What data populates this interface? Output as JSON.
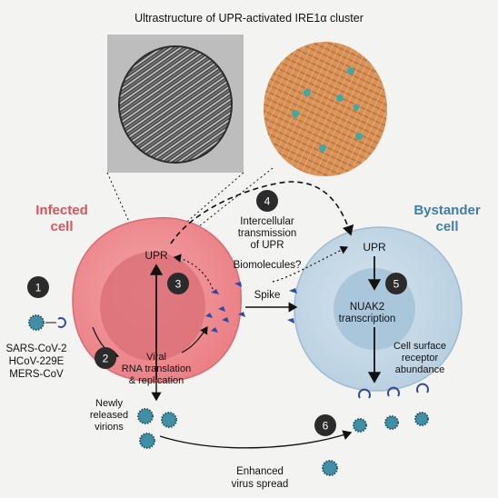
{
  "title": "Ultrastructure of UPR-activated IRE1α cluster",
  "infected_label": [
    "Infected",
    "cell"
  ],
  "bystander_label": [
    "Bystander",
    "cell"
  ],
  "steps": [
    "1",
    "2",
    "3",
    "4",
    "5",
    "6"
  ],
  "infected_upr": "UPR",
  "bystander_upr": "UPR",
  "viruses": [
    "SARS-CoV-2",
    "HCoV-229E",
    "MERS-CoV"
  ],
  "viral_replication": [
    "Viral",
    "RNA translation",
    "& replication"
  ],
  "intercellular": [
    "Intercellular",
    "transmission",
    "of UPR"
  ],
  "biomolecules": "Biomolecules?",
  "spike": "Spike",
  "nuak2": [
    "NUAK2",
    "transcription"
  ],
  "cell_surface": [
    "Cell surface",
    "receptor",
    "abundance"
  ],
  "released": [
    "Newly",
    "released",
    "virions"
  ],
  "spread": [
    "Enhanced",
    "virus spread"
  ],
  "colors": {
    "infected": "#ef8d91",
    "infected_nucleus": "#dc7179",
    "infected_label": "#d9535b",
    "bystander": "#c5d8e6",
    "bystander_nucleus": "#a5c3d9",
    "bystander_label": "#3f7fa6",
    "virion": "#3f8fa6",
    "spike": "#2f4aa0"
  }
}
